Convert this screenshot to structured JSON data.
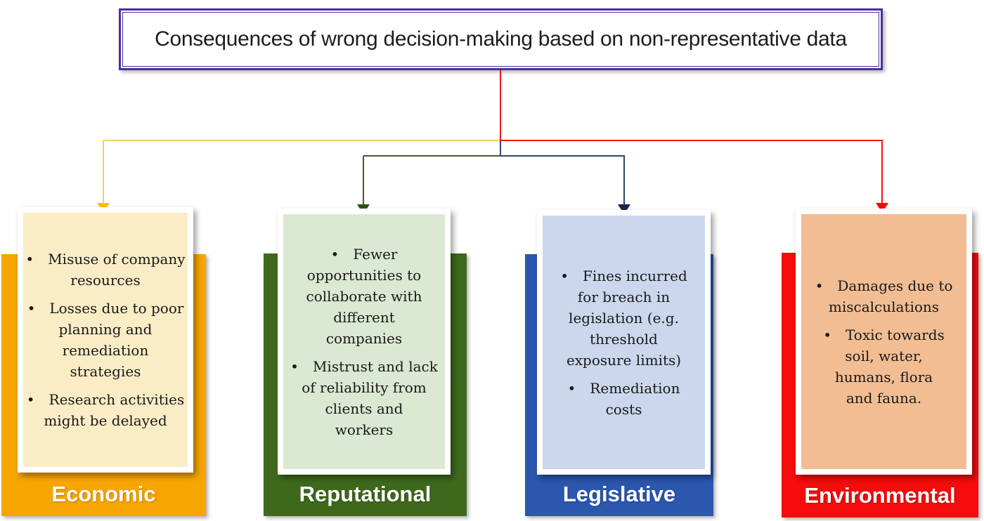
{
  "title": {
    "text": "Consequences of wrong decision-making based on non-representative data",
    "border_color": "#4D2E9E"
  },
  "connectors": {
    "stem_color": "#F51515",
    "branches": [
      {
        "to": "Economic",
        "line": "#F2CE60",
        "arrow": "#FFC000"
      },
      {
        "to": "Reputational",
        "line": "#4A5B28",
        "arrow": "#2F5213"
      },
      {
        "to": "Legislative",
        "line": "#2F4470",
        "arrow": "#182449"
      },
      {
        "to": "Environmental",
        "line": "#F51515",
        "arrow": "#FB0707"
      }
    ]
  },
  "columns": [
    {
      "label": "Economic",
      "colors": {
        "panel": "#F7A500",
        "card": "#FAEDC6"
      },
      "bullets": [
        "• Misuse of company\nresources",
        "• Losses due to poor\nplanning and\nremediation\nstrategies",
        "• Research activities\nmight be delayed"
      ]
    },
    {
      "label": "Reputational",
      "colors": {
        "panel": "#3E691D",
        "card": "#DBE8D2"
      },
      "bullets": [
        "• Fewer\nopportunities to\ncollaborate with\ndifferent\ncompanies",
        "• Mistrust and lack\nof reliability from\nclients and\nworkers"
      ]
    },
    {
      "label": "Legislative",
      "colors": {
        "panel": "#2B57AE",
        "card": "#CBD7EC"
      },
      "bullets": [
        "• Fines incurred\nfor breach in\nlegislation (e.g.\nthreshold\nexposure limits)",
        "• Remediation\ncosts"
      ]
    },
    {
      "label": "Environmental",
      "colors": {
        "panel": "#F60C0C",
        "card": "#F2BD92"
      },
      "bullets": [
        "• Damages due to\nmiscalculations",
        "• Toxic towards\nsoil, water,\nhumans, flora\nand fauna."
      ]
    }
  ]
}
